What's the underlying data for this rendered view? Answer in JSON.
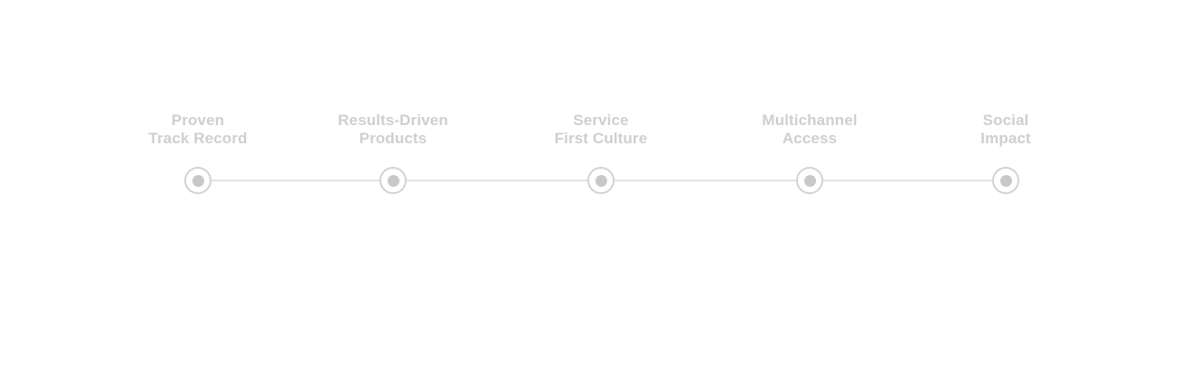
{
  "timeline": {
    "steps": [
      {
        "line1": "Proven",
        "line2": "Track Record"
      },
      {
        "line1": "Results-Driven",
        "line2": "Products"
      },
      {
        "line1": "Service",
        "line2": "First Culture"
      },
      {
        "line1": "Multichannel",
        "line2": "Access"
      },
      {
        "line1": "Social",
        "line2": "Impact"
      }
    ]
  },
  "colors": {
    "label": "#cfcfcf",
    "line": "#e2e2e2",
    "dot_ring": "#d3d3d3",
    "dot_fill": "#c8c8c8"
  }
}
